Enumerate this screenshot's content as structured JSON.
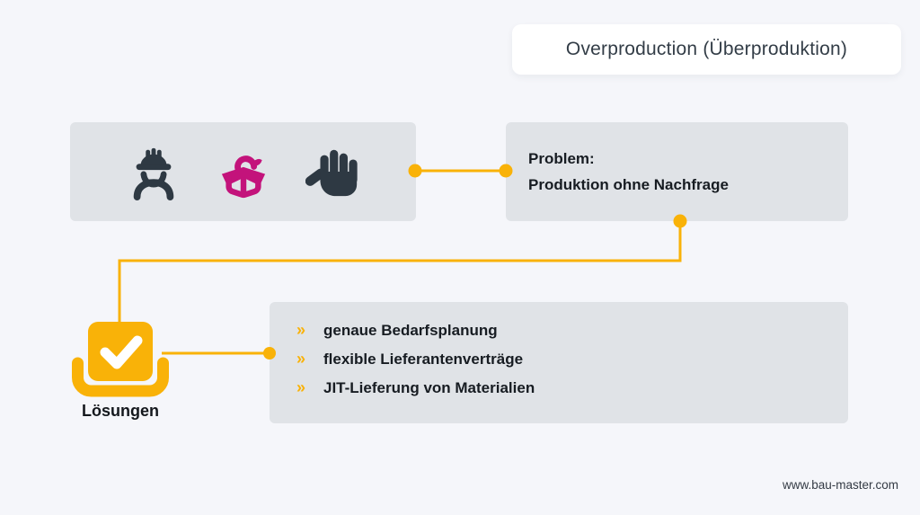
{
  "title": "Overproduction (Überproduktion)",
  "waste_icons": {
    "items": [
      "construction-worker-icon",
      "open-box-icon",
      "stop-hand-icon"
    ]
  },
  "problem": {
    "label": "Problem:",
    "text": "Produktion ohne Nachfrage"
  },
  "solutions": {
    "label": "Lösungen",
    "bullet": "»",
    "items": [
      "genaue Bedarfsplanung",
      "flexible Lieferantenverträge",
      "JIT-Lieferung von Materialien"
    ]
  },
  "footer": {
    "website": "www.bau-master.com"
  },
  "colors": {
    "accent_yellow": "#F9B208",
    "magenta": "#C3137B",
    "dark_slate": "#2E3943",
    "panel_gray": "#E0E3E7",
    "background": "#F5F6FA",
    "text_dark": "#171C22"
  }
}
